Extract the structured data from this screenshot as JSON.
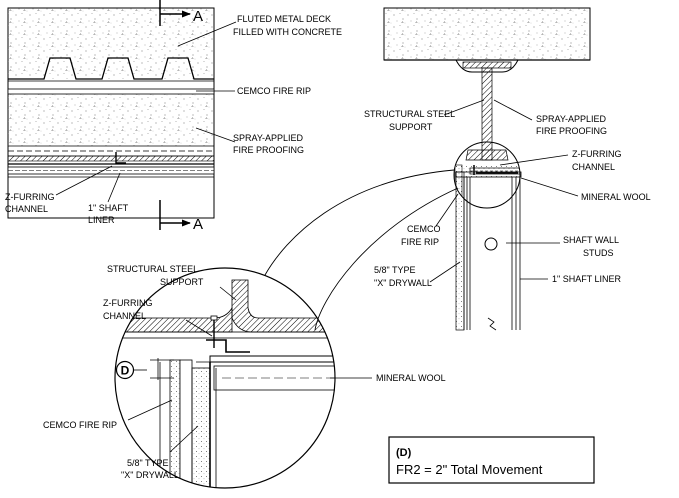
{
  "section_marker": "A",
  "labels": {
    "fluted_deck_1": "FLUTED METAL DECK",
    "fluted_deck_2": "FILLED WITH CONCRETE",
    "fire_rip_top": "CEMCO FIRE RIP",
    "spray_left_1": "SPRAY-APPLIED",
    "spray_left_2": "FIRE PROOFING",
    "zfurring_left_1": "Z-FURRING",
    "zfurring_left_2": "CHANNEL",
    "shaftliner_left_1": "1\" SHAFT",
    "shaftliner_left_2": "LINER",
    "steel_right_1": "STRUCTURAL STEEL",
    "steel_right_2": "SUPPORT",
    "spray_right_1": "SPRAY-APPLIED",
    "spray_right_2": "FIRE PROOFING",
    "zfurring_right_1": "Z-FURRING",
    "zfurring_right_2": "CHANNEL",
    "mineral_wool_right": "MINERAL WOOL",
    "fire_rip_right_1": "CEMCO",
    "fire_rip_right_2": "FIRE RIP",
    "studs_1": "SHAFT WALL",
    "studs_2": "STUDS",
    "drywall_right_1": "5/8\" TYPE",
    "drywall_right_2": "\"X\" DRYWALL",
    "shaftliner_right": "1\" SHAFT LINER",
    "steel_detail_1": "STRUCTURAL STEEL",
    "steel_detail_2": "SUPPORT",
    "zfurring_detail_1": "Z-FURRING",
    "zfurring_detail_2": "CHANNEL",
    "mineral_wool_detail": "MINERAL WOOL",
    "fire_rip_detail": "CEMCO FIRE RIP",
    "drywall_detail_1": "5/8\" TYPE",
    "drywall_detail_2": "\"X\" DRYWALL",
    "callout_d": "D"
  },
  "note": {
    "title": "(D)",
    "body": "FR2 = 2\" Total Movement"
  }
}
